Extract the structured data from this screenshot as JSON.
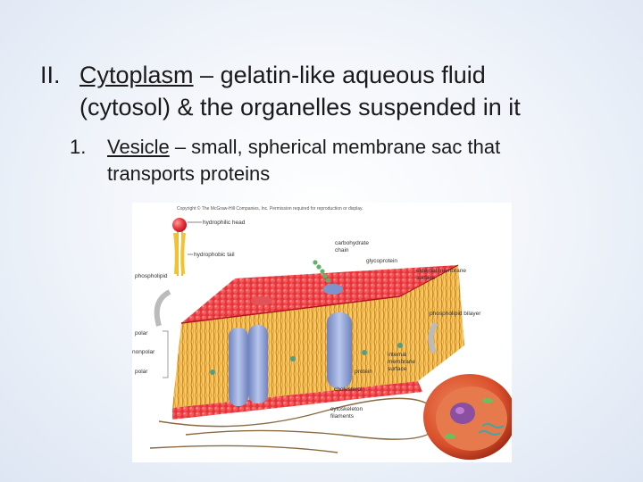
{
  "bullet_1": {
    "number": "II.",
    "term": "Cytoplasm",
    "rest_line1": " – gelatin-like aqueous fluid",
    "line2": "(cytosol) & the organelles suspended in it"
  },
  "bullet_2": {
    "number": "1.",
    "term": "Vesicle",
    "rest_line1": " – small, spherical membrane sac that",
    "line2": "transports proteins"
  },
  "figure": {
    "credit": "Copyright © The McGraw-Hill Companies, Inc. Permission required for reproduction or display.",
    "labels": {
      "hydrophilic_head": "hydrophilic head",
      "hydrophobic_tail": "hydrophobic tail",
      "phospholipid": "phospholipid",
      "carbohydrate_chain_1": "carbohydrate",
      "carbohydrate_chain_2": "chain",
      "glycoprotein": "glycoprotein",
      "external_surface_1": "external membrane",
      "external_surface_2": "surface",
      "phospholipid_bilayer": "phospholipid bilayer",
      "polar_top": "polar",
      "nonpolar": "nonpolar",
      "polar_bottom": "polar",
      "internal_surface_1": "internal",
      "internal_surface_2": "membrane",
      "internal_surface_3": "surface",
      "protein": "protein",
      "cholesterol": "cholesterol",
      "cytoskeleton_1": "cytoskeleton",
      "cytoskeleton_2": "filaments"
    },
    "colors": {
      "heads": "#e8323a",
      "tails": "#e9a62a",
      "protein": "#8fa3d6",
      "cell_body": "#d9502c"
    }
  }
}
